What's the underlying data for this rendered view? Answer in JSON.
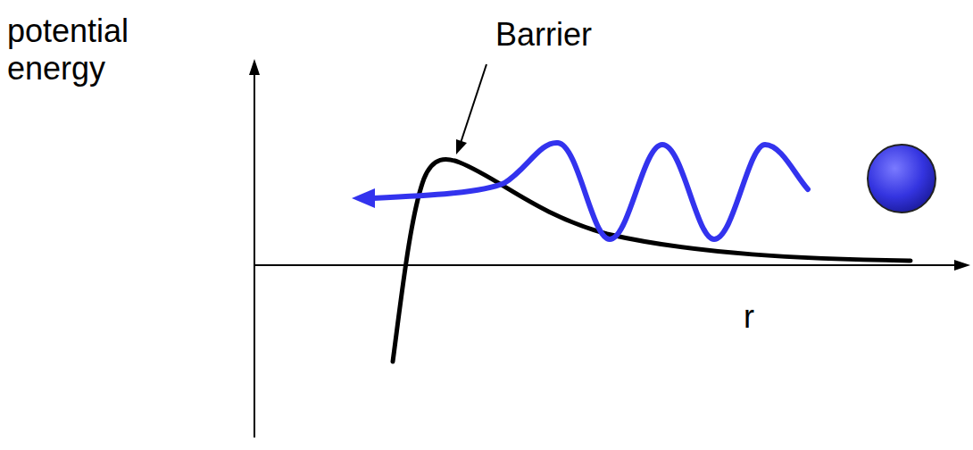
{
  "diagram": {
    "labels": [
      "potential energy",
      "Barrier",
      "r"
    ]
  }
}
